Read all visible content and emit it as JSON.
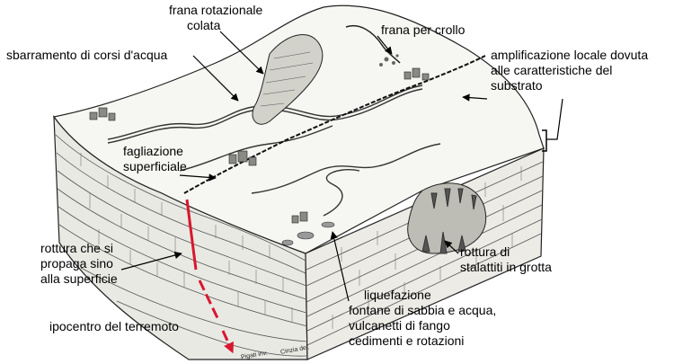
{
  "labels": {
    "frana_rotazionale": [
      "frana rotazionale",
      "colata"
    ],
    "frana_crollo": "frana per crollo",
    "sbarramento": "sbarramento di corsi d'acqua",
    "amplificazione": [
      "amplificazione locale dovuta",
      "alle caratteristiche del",
      "substrato"
    ],
    "fagliazione": [
      "fagliazione",
      "superficiale"
    ],
    "rottura_superficie": [
      "rottura che si",
      "propaga sino",
      "alla superficie"
    ],
    "ipocentro": "ipocentro del terremoto",
    "stalattiti": [
      "rottura di",
      "stalattiti in grotta"
    ],
    "liquefazione": [
      "liquefazione",
      "fontane di sabbia e acqua,",
      "vulcanetti di fango",
      "cedimenti e rotazioni"
    ]
  },
  "credits": [
    "Pigati inv.",
    "Cinzia del."
  ],
  "colors": {
    "fault": "#d8172f",
    "ink": "#000000",
    "paper": "#ffffff"
  }
}
